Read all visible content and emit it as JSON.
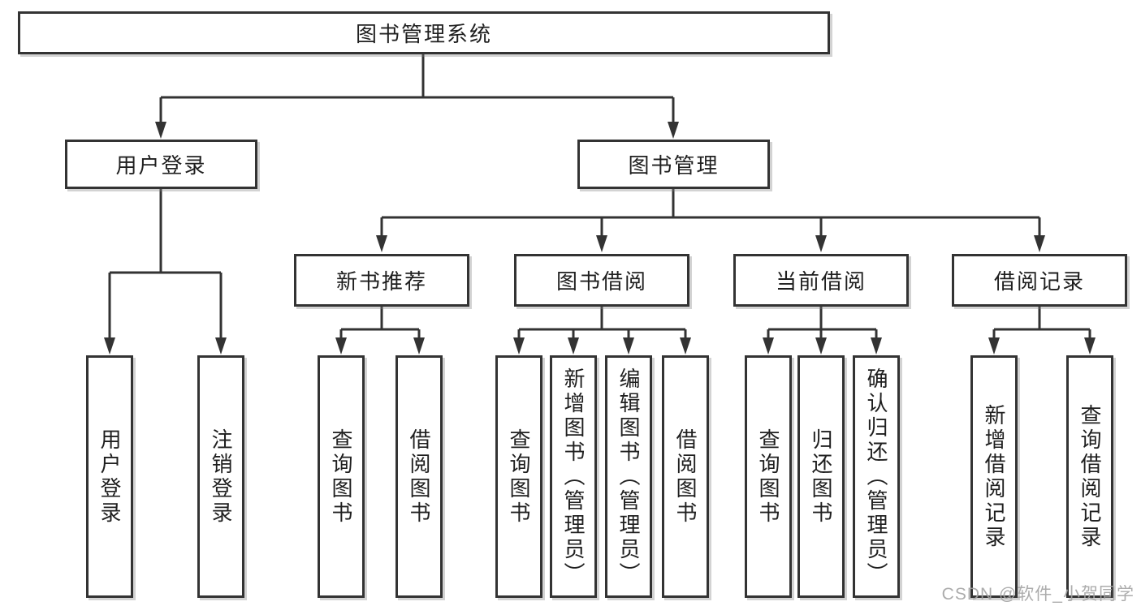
{
  "diagram": {
    "root": {
      "label": "图书管理系统"
    },
    "branches": [
      {
        "label": "用户登录",
        "children": [
          "用户登录",
          "注销登录"
        ]
      },
      {
        "label": "图书管理",
        "sections": [
          {
            "label": "新书推荐",
            "children": [
              "查询图书",
              "借阅图书"
            ]
          },
          {
            "label": "图书借阅",
            "children": [
              "查询图书",
              "新增图书（管理员）",
              "编辑图书（管理员）",
              "借阅图书"
            ]
          },
          {
            "label": "当前借阅",
            "children": [
              "查询图书",
              "归还图书",
              "确认归还（管理员）"
            ]
          },
          {
            "label": "借阅记录",
            "children": [
              "新增借阅记录",
              "查询借阅记录"
            ]
          }
        ]
      }
    ]
  },
  "watermark": {
    "text": "CSDN @软件_小贺同学"
  },
  "colors": {
    "line": "#333333",
    "text": "#1f1f1f",
    "watermark": "#a3a3a3",
    "background": "#ffffff"
  }
}
